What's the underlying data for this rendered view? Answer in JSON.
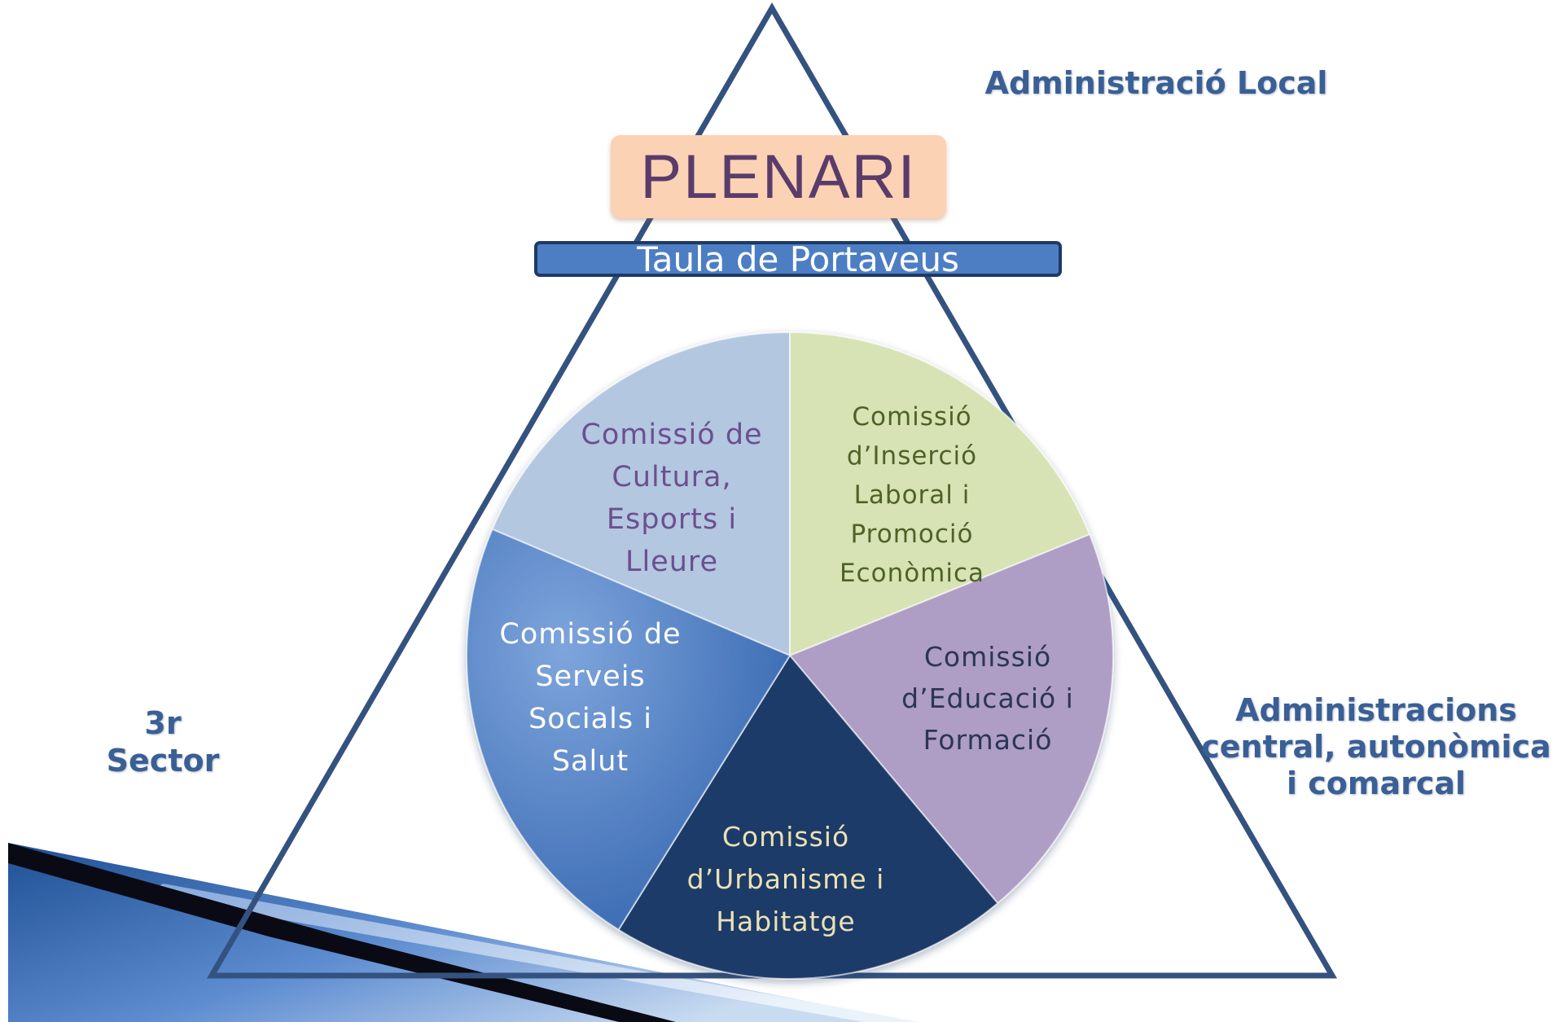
{
  "colors": {
    "triangle": "#34527f",
    "accent_blue": "#3a5f95",
    "plenari_bg": "#fbd2b4",
    "plenari_text": "#5a3c6b",
    "taula_bg": "#4d7ec4"
  },
  "corner_labels": {
    "local": "Administració Local",
    "third_sector": [
      "3r",
      "Sector"
    ],
    "admin": [
      "Administracions",
      "central, autonòmica",
      "i comarcal"
    ]
  },
  "plenari": "PLENARI",
  "taula": "Taula de Portaveus",
  "segments": [
    {
      "id": "cultura",
      "label": [
        "Comissió de",
        "Cultura,",
        "Esports i",
        "Lleure"
      ],
      "fill": "#b3c7e0",
      "text_color": "#6b4f8f"
    },
    {
      "id": "insercio",
      "label": [
        "Comissió",
        "d’Inserció",
        "Laboral i",
        "Promoció",
        "Econòmica"
      ],
      "fill": "#d7e3b5",
      "text_color": "#4f6226"
    },
    {
      "id": "educacio",
      "label": [
        "Comissió",
        "d’Educació i",
        "Formació"
      ],
      "fill": "#ae9dc4",
      "text_color": "#2b3558"
    },
    {
      "id": "urbanisme",
      "label": [
        "Comissió",
        "d’Urbanisme i",
        "Habitatge"
      ],
      "fill": "#1d3a68",
      "text_color": "#ece1b5"
    },
    {
      "id": "serveis",
      "label": [
        "Comissió de",
        "Serveis",
        "Socials i",
        "Salut"
      ],
      "fill": "#4d80c7",
      "text_color": "#ffffff"
    }
  ]
}
